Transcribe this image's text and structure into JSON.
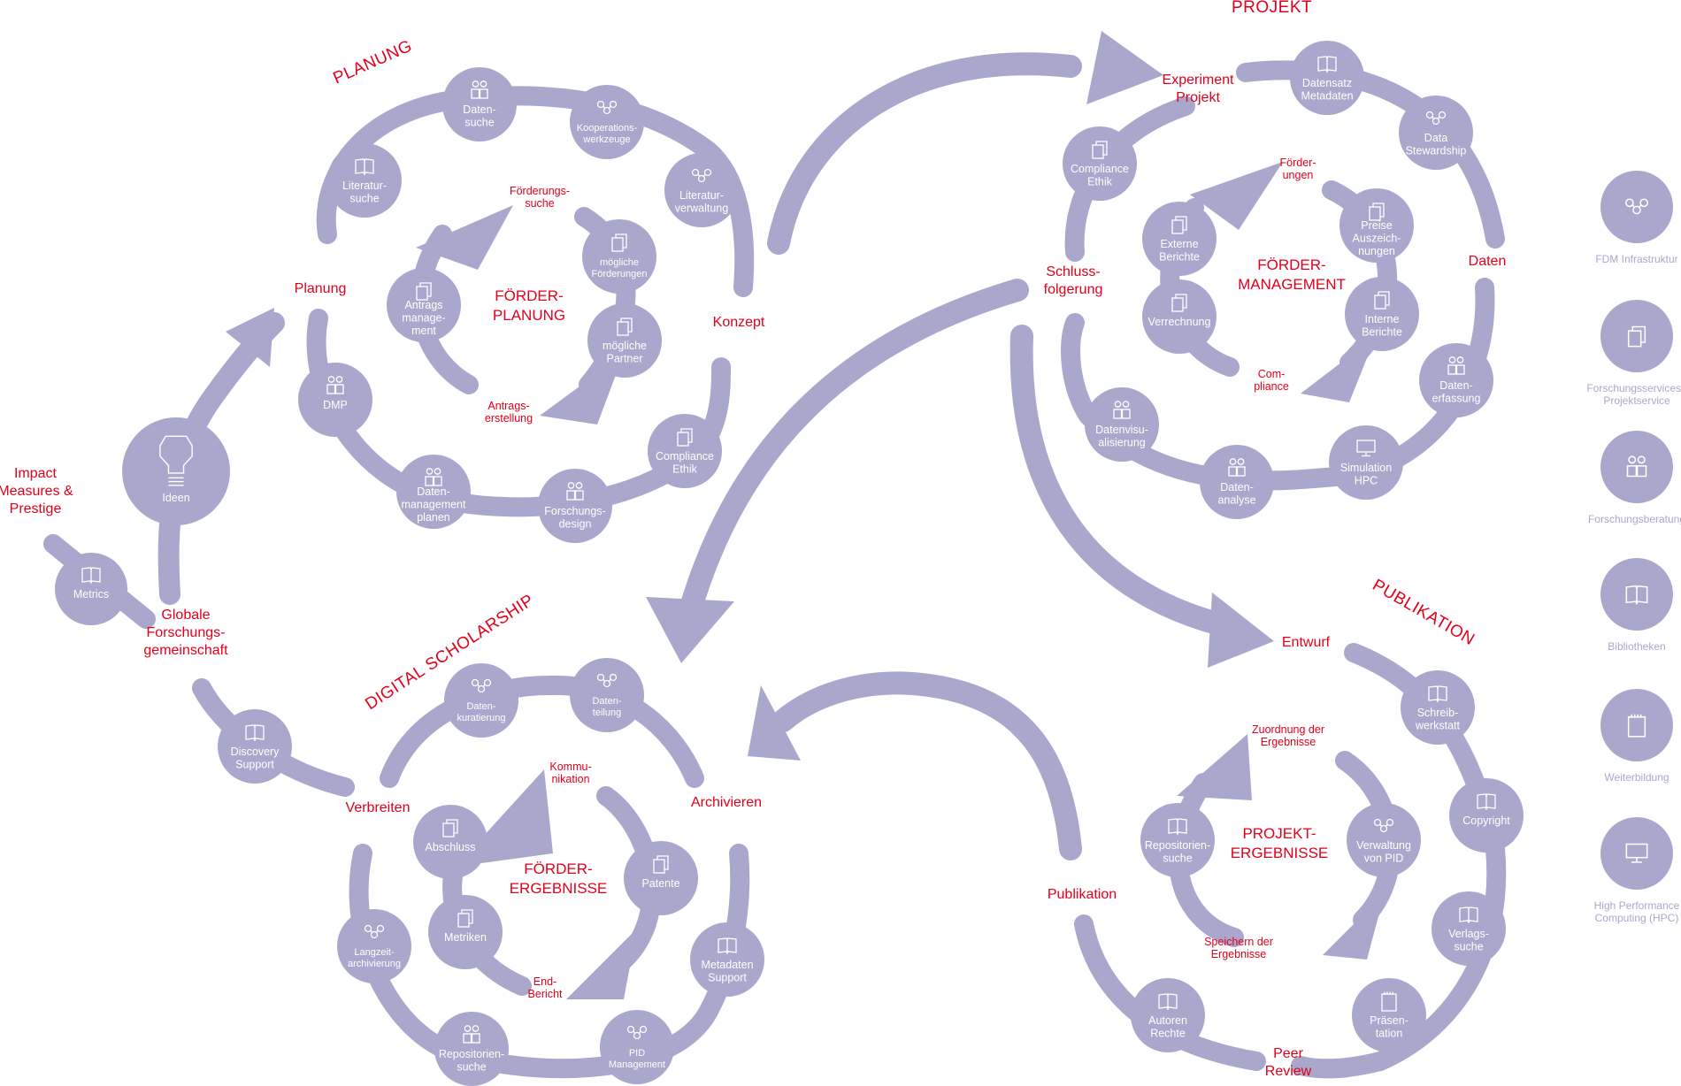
{
  "sections": {
    "planung": "PLANUNG",
    "projekt": "PROJEKT",
    "digital": "DIGITAL SCHOLARSHIP",
    "publikation": "PUBLIKATION"
  },
  "labels": {
    "impact": [
      "Impact",
      "Measures &",
      "Prestige"
    ],
    "globale": [
      "Globale",
      "Forschungs-",
      "gemeinschaft"
    ],
    "planung": "Planung",
    "konzept": "Konzept",
    "verbreiten": "Verbreiten",
    "archivieren": "Archivieren",
    "experiment": [
      "Experiment",
      "Projekt"
    ],
    "schluss": [
      "Schluss-",
      "folgerung"
    ],
    "daten": "Daten",
    "entwurf": "Entwurf",
    "publikation": "Publikation",
    "peer": [
      "Peer",
      "Review"
    ]
  },
  "inner_labels": {
    "foerderungssuche": [
      "Förderungs-",
      "suche"
    ],
    "antragserstellung": [
      "Antrags-",
      "erstellung"
    ],
    "foerderungen": [
      "Förder-",
      "ungen"
    ],
    "compliance": [
      "Com-",
      "pliance"
    ],
    "kommunikation": [
      "Kommu-",
      "nikation"
    ],
    "endbericht": [
      "End-",
      "Bericht"
    ],
    "zuordnung": [
      "Zuordnung der",
      "Ergebnisse"
    ],
    "speichern": [
      "Speichern der",
      "Ergebnisse"
    ]
  },
  "centers": {
    "foerderplanung": [
      "FÖRDER-",
      "PLANUNG"
    ],
    "foerdermanagement": [
      "FÖRDER-",
      "MANAGEMENT"
    ],
    "foerderergebnisse": [
      "FÖRDER-",
      "ERGEBNISSE"
    ],
    "projektergebnisse": [
      "PROJEKT-",
      "ERGEBNISSE"
    ]
  },
  "nodes": {
    "metrics": [
      "Metrics"
    ],
    "ideen": [
      "Ideen"
    ],
    "discovery": [
      "Discovery",
      "Support"
    ],
    "literatursuche": [
      "Literatur-",
      "suche"
    ],
    "datensuche": [
      "Daten-",
      "suche"
    ],
    "kooperation": [
      "Kooperations-",
      "werkzeuge"
    ],
    "literaturverwaltung": [
      "Literatur-",
      "verwaltung"
    ],
    "compliance_ethik_1": [
      "Compliance",
      "Ethik"
    ],
    "forschungsdesign": [
      "Forschungs-",
      "design"
    ],
    "datenmanagement": [
      "Daten-",
      "management",
      "planen"
    ],
    "dmp": [
      "DMP"
    ],
    "antragsmanagement": [
      "Antrags",
      "manage-",
      "ment"
    ],
    "moegliche_foerderungen": [
      "mögliche",
      "Förderungen"
    ],
    "moegliche_partner": [
      "mögliche",
      "Partner"
    ],
    "compliance_ethik_2": [
      "Compliance",
      "Ethik"
    ],
    "datensatz": [
      "Datensatz",
      "Metadaten"
    ],
    "data_stewardship": [
      "Data",
      "Stewardship"
    ],
    "datenerfassung": [
      "Daten-",
      "erfassung"
    ],
    "simulation": [
      "Simulation",
      "HPC"
    ],
    "datenanalyse": [
      "Daten-",
      "analyse"
    ],
    "datenvisualisierung": [
      "Datenvisu-",
      "alisierung"
    ],
    "externe_berichte": [
      "Externe",
      "Berichte"
    ],
    "verrechnung": [
      "Verrechnung"
    ],
    "preise": [
      "Preise",
      "Auszeich-",
      "nungen"
    ],
    "interne_berichte": [
      "Interne",
      "Berichte"
    ],
    "datenkuratierung": [
      "Daten-",
      "kuratierung"
    ],
    "datenteilung": [
      "Daten-",
      "teilung"
    ],
    "langzeit": [
      "Langzeit-",
      "archivierung"
    ],
    "repositoriensuche_1": [
      "Repositorien-",
      "suche"
    ],
    "pid_management": [
      "PID",
      "Management"
    ],
    "metadaten_support": [
      "Metadaten",
      "Support"
    ],
    "abschluss": [
      "Abschluss"
    ],
    "metriken": [
      "Metriken"
    ],
    "patente": [
      "Patente"
    ],
    "schreibwerkstatt": [
      "Schreib-",
      "werkstatt"
    ],
    "copyright": [
      "Copyright"
    ],
    "verlagssuche": [
      "Verlags-",
      "suche"
    ],
    "praesentation": [
      "Präsen-",
      "tation"
    ],
    "autoren_rechte": [
      "Autoren",
      "Rechte"
    ],
    "repositoriensuche_2": [
      "Repositorien-",
      "suche"
    ],
    "verwaltung_pid": [
      "Verwaltung",
      "von PID"
    ]
  },
  "legend": [
    {
      "label": [
        "FDM  Infrastruktur"
      ],
      "icon": "network-icon"
    },
    {
      "label": [
        "Forschungsservices /",
        "Projektservice"
      ],
      "icon": "documents-icon"
    },
    {
      "label": [
        "Forschungsberatung"
      ],
      "icon": "people-icon"
    },
    {
      "label": [
        "Bibliotheken"
      ],
      "icon": "book-icon"
    },
    {
      "label": [
        "Weiterbildung"
      ],
      "icon": "notepad-icon"
    },
    {
      "label": [
        "High Performance",
        "Computing (HPC)"
      ],
      "icon": "monitor-icon"
    }
  ],
  "colors": {
    "shape": "#aaa7cc",
    "accent": "#e3001b",
    "legend_text": "#aaa7cc"
  }
}
